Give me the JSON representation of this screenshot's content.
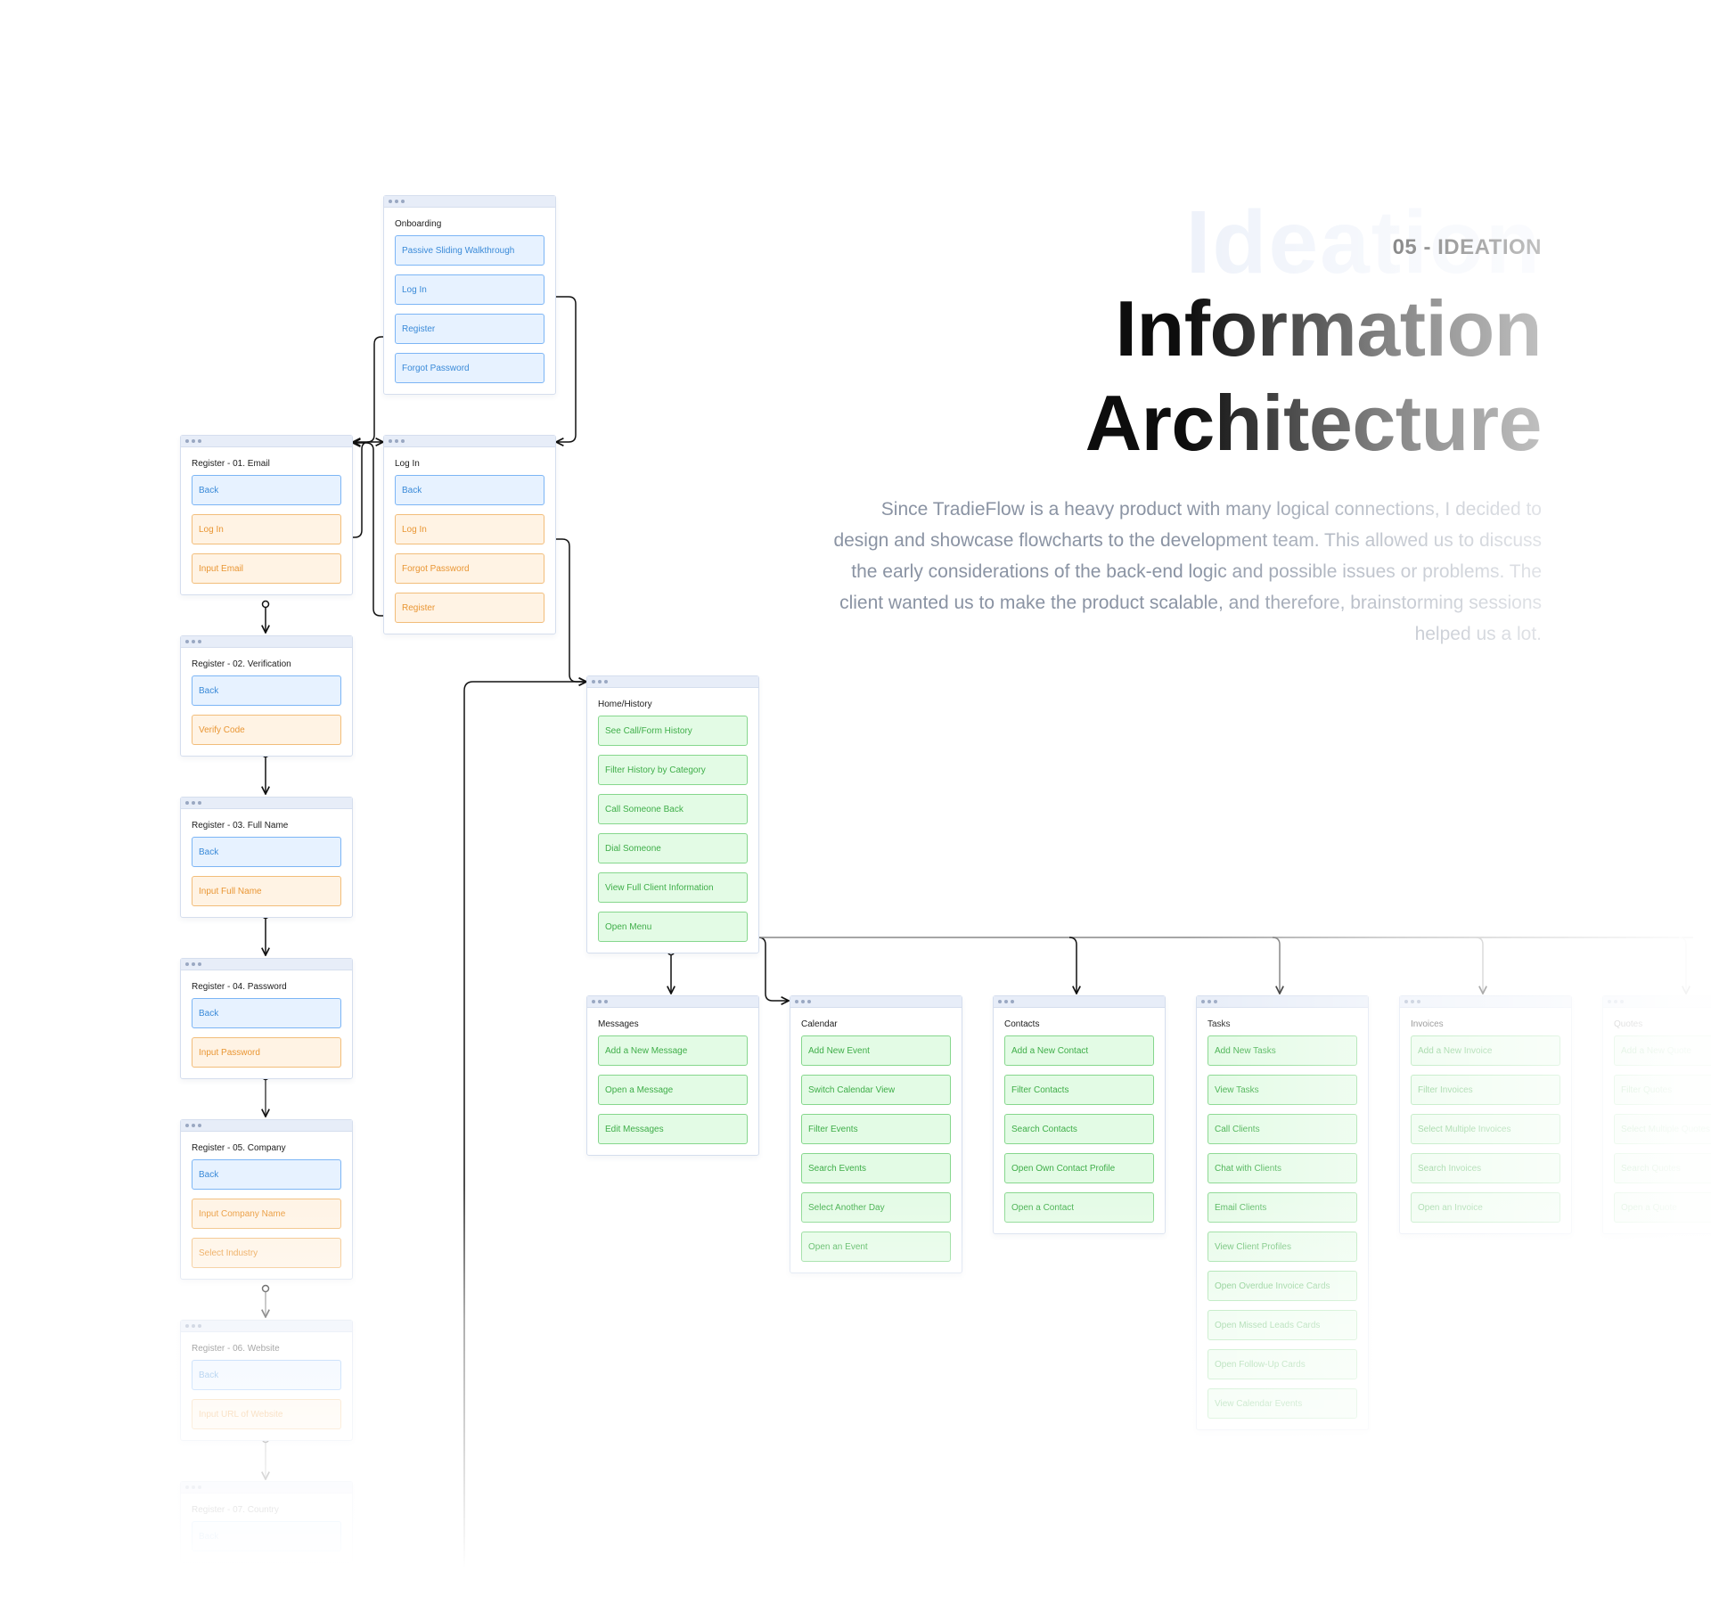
{
  "header": {
    "ghost_word": "Ideation",
    "eyebrow": "05 - IDEATION",
    "title_line1": "Information",
    "title_line2": "Architecture",
    "description": "Since TradieFlow is a heavy product with many logical connections, I decided to design and showcase flowcharts to the development team. This allowed us to discuss the early considerations of the back-end logic and possible issues or problems. The client wanted us to make the product scalable, and therefore, brainstorming sessions helped us a lot."
  },
  "colors": {
    "blue_fill": "#e7f2ff",
    "blue_border": "#7cb5f5",
    "blue_text": "#3a8ad8",
    "orange_fill": "#fff3e4",
    "orange_border": "#f2bd7a",
    "orange_text": "#e99634",
    "green_fill": "#e3fbe5",
    "green_border": "#86d78d",
    "green_text": "#3fae49"
  },
  "cards": [
    {
      "id": "onboarding",
      "title": "Onboarding",
      "items": [
        {
          "label": "Passive Sliding Walkthrough",
          "color": "blue"
        },
        {
          "label": "Log In",
          "color": "blue"
        },
        {
          "label": "Register",
          "color": "blue"
        },
        {
          "label": "Forgot Password",
          "color": "blue"
        }
      ]
    },
    {
      "id": "register-email",
      "title": "Register - 01. Email",
      "items": [
        {
          "label": "Back",
          "color": "blue"
        },
        {
          "label": "Log In",
          "color": "orange"
        },
        {
          "label": "Input Email",
          "color": "orange"
        }
      ]
    },
    {
      "id": "login",
      "title": "Log In",
      "items": [
        {
          "label": "Back",
          "color": "blue"
        },
        {
          "label": "Log In",
          "color": "orange"
        },
        {
          "label": "Forgot Password",
          "color": "orange"
        },
        {
          "label": "Register",
          "color": "orange"
        }
      ]
    },
    {
      "id": "register-verification",
      "title": "Register - 02. Verification",
      "items": [
        {
          "label": "Back",
          "color": "blue"
        },
        {
          "label": "Verify Code",
          "color": "orange"
        }
      ]
    },
    {
      "id": "register-fullname",
      "title": "Register - 03. Full Name",
      "items": [
        {
          "label": "Back",
          "color": "blue"
        },
        {
          "label": "Input Full Name",
          "color": "orange"
        }
      ]
    },
    {
      "id": "register-password",
      "title": "Register - 04. Password",
      "items": [
        {
          "label": "Back",
          "color": "blue"
        },
        {
          "label": "Input Password",
          "color": "orange"
        }
      ]
    },
    {
      "id": "register-company",
      "title": "Register - 05. Company",
      "items": [
        {
          "label": "Back",
          "color": "blue"
        },
        {
          "label": "Input Company Name",
          "color": "orange"
        },
        {
          "label": "Select Industry",
          "color": "orange"
        }
      ]
    },
    {
      "id": "register-website",
      "title": "Register - 06. Website",
      "items": [
        {
          "label": "Back",
          "color": "blue"
        },
        {
          "label": "Input URL of Website",
          "color": "orange"
        }
      ]
    },
    {
      "id": "register-country",
      "title": "Register - 07. Country",
      "items": [
        {
          "label": "Back",
          "color": "blue"
        }
      ]
    },
    {
      "id": "home-history",
      "title": "Home/History",
      "items": [
        {
          "label": "See Call/Form History",
          "color": "green"
        },
        {
          "label": "Filter History by Category",
          "color": "green"
        },
        {
          "label": "Call Someone Back",
          "color": "green"
        },
        {
          "label": "Dial Someone",
          "color": "green"
        },
        {
          "label": "View Full Client Information",
          "color": "green"
        },
        {
          "label": "Open Menu",
          "color": "green"
        }
      ]
    },
    {
      "id": "messages",
      "title": "Messages",
      "items": [
        {
          "label": "Add a New Message",
          "color": "green"
        },
        {
          "label": "Open a Message",
          "color": "green"
        },
        {
          "label": "Edit Messages",
          "color": "green"
        }
      ]
    },
    {
      "id": "calendar",
      "title": "Calendar",
      "items": [
        {
          "label": "Add New Event",
          "color": "green"
        },
        {
          "label": "Switch Calendar View",
          "color": "green"
        },
        {
          "label": "Filter Events",
          "color": "green"
        },
        {
          "label": "Search Events",
          "color": "green"
        },
        {
          "label": "Select Another Day",
          "color": "green"
        },
        {
          "label": "Open an Event",
          "color": "green"
        }
      ]
    },
    {
      "id": "contacts",
      "title": "Contacts",
      "items": [
        {
          "label": "Add a New Contact",
          "color": "green"
        },
        {
          "label": "Filter Contacts",
          "color": "green"
        },
        {
          "label": "Search Contacts",
          "color": "green"
        },
        {
          "label": "Open Own Contact Profile",
          "color": "green"
        },
        {
          "label": "Open a Contact",
          "color": "green"
        }
      ]
    },
    {
      "id": "tasks",
      "title": "Tasks",
      "items": [
        {
          "label": "Add New Tasks",
          "color": "green"
        },
        {
          "label": "View Tasks",
          "color": "green"
        },
        {
          "label": "Call Clients",
          "color": "green"
        },
        {
          "label": "Chat with Clients",
          "color": "green"
        },
        {
          "label": "Email Clients",
          "color": "green"
        },
        {
          "label": "View Client Profiles",
          "color": "green"
        },
        {
          "label": "Open Overdue Invoice Cards",
          "color": "green"
        },
        {
          "label": "Open Missed Leads Cards",
          "color": "green"
        },
        {
          "label": "Open Follow-Up Cards",
          "color": "green"
        },
        {
          "label": "View Calendar Events",
          "color": "green"
        }
      ]
    },
    {
      "id": "invoices",
      "title": "Invoices",
      "items": [
        {
          "label": "Add a New Invoice",
          "color": "green"
        },
        {
          "label": "Filter Invoices",
          "color": "green"
        },
        {
          "label": "Select Multiple Invoices",
          "color": "green"
        },
        {
          "label": "Search Invoices",
          "color": "green"
        },
        {
          "label": "Open an Invoice",
          "color": "green"
        }
      ]
    },
    {
      "id": "quotes",
      "title": "Quotes",
      "items": [
        {
          "label": "Add a New Quote",
          "color": "green"
        },
        {
          "label": "Filter Quotes",
          "color": "green"
        },
        {
          "label": "Select Multiple Quotes",
          "color": "green"
        },
        {
          "label": "Search Quotes",
          "color": "green"
        },
        {
          "label": "Open a Quote",
          "color": "green"
        }
      ]
    }
  ]
}
